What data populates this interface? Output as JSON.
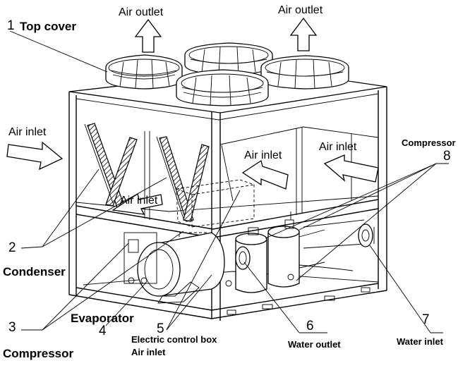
{
  "colors": {
    "line": "#000000",
    "background": "#ffffff"
  },
  "labels": {
    "air_outlet_left": "Air outlet",
    "air_outlet_right": "Air outlet",
    "top_cover_num": "1",
    "top_cover": "Top cover",
    "air_inlet_left": "Air inlet",
    "air_inlet_inner_left": "Air inlet",
    "air_inlet_center": "Air inlet",
    "air_inlet_right": "Air inlet",
    "compressor_top": "Compressor",
    "num_8": "8",
    "num_2": "2",
    "condenser": "Condenser",
    "num_3": "3",
    "evaporator": "Evaporator",
    "num_4": "4",
    "num_5": "5",
    "electric_control_box": "Electric control box",
    "air_inlet_bottom": "Air inlet",
    "num_6": "6",
    "water_outlet": "Water outlet",
    "num_7": "7",
    "water_inlet": "Water inlet",
    "compressor_bottom": "Compressor"
  }
}
